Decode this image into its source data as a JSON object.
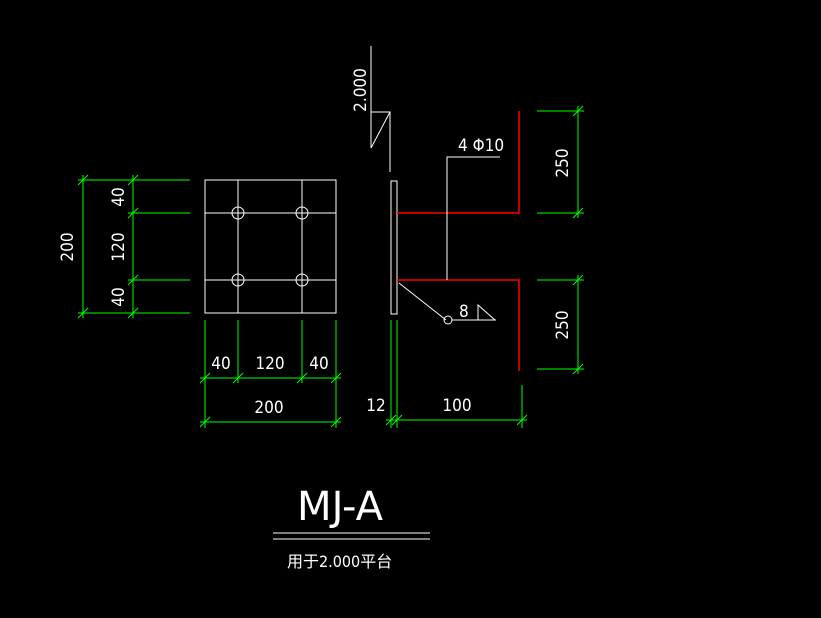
{
  "dimensions": {
    "plate_height": "200",
    "edge_top": "40",
    "bolt_spacing_v": "120",
    "edge_bottom": "40",
    "edge_left": "40",
    "bolt_spacing_h": "120",
    "edge_right": "40",
    "plate_width": "200",
    "plate_thickness": "12",
    "anchor_length": "100",
    "anchor_upper": "250",
    "anchor_lower": "250"
  },
  "annotations": {
    "elevation": "2.000",
    "rebar": "4 Φ10",
    "weld_size": "8"
  },
  "title": {
    "name": "MJ-A",
    "subtitle": "用于2.000平台"
  },
  "colors": {
    "background": "#000000",
    "outline": "#ffffff",
    "dimension": "#00ff00",
    "rebar": "#ff0000"
  }
}
